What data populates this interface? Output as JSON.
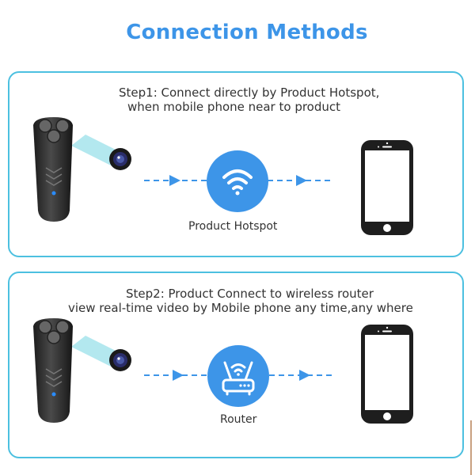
{
  "page": {
    "title": "Connection Methods",
    "accent_color": "#3d95e8",
    "panel_border_color": "#4cc0e0"
  },
  "step1": {
    "line1": "Step1: Connect directly by Product Hotspot,",
    "line2": "when mobile phone near to product",
    "hub_icon": "wifi-icon",
    "hub_label": "Product Hotspot",
    "source_device": "shaver-camera",
    "target_device": "smartphone-icon"
  },
  "step2": {
    "line1": "Step2: Product Connect to wireless router",
    "line2": "view real-time video by Mobile phone any time,any where",
    "hub_icon": "router-icon",
    "hub_label": "Router",
    "source_device": "shaver-camera",
    "target_device": "smartphone-icon"
  }
}
